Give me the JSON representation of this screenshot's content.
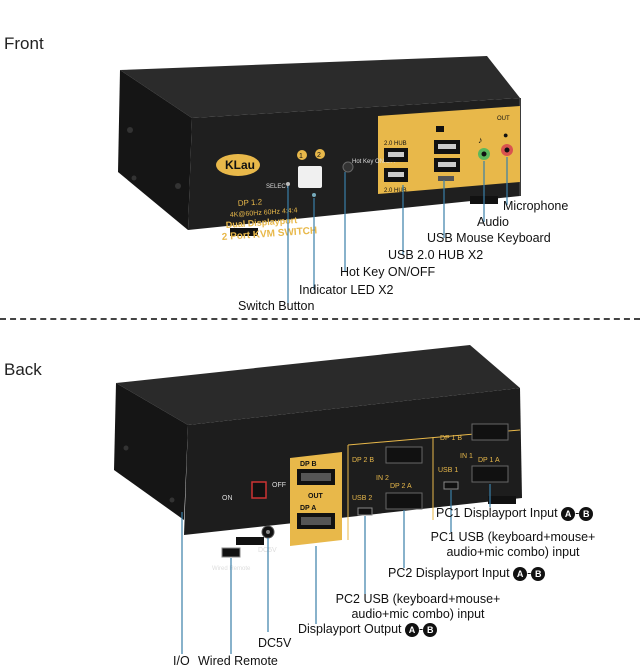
{
  "front": {
    "title": "Front",
    "brand": "KLau",
    "port_labels": [
      "1",
      "2"
    ],
    "select_label": "SELECT",
    "hotkey_label": "Hot Key ON/OFF",
    "hub_labels": [
      "2.0 HUB",
      "2.0 HUB"
    ],
    "out_label": "OUT",
    "product_text_1": "DP 1.2",
    "product_text_2": "4K@60Hz 60Hz 4:4:4",
    "product_text_3": "Dual Displayport",
    "product_text_4": "2 Port KVM SWITCH",
    "callouts": {
      "microphone": "Microphone",
      "audio": "Audio",
      "usb_mouse_keyboard": "USB Mouse Keyboard",
      "usb_hub": "USB 2.0 HUB X2",
      "hotkey": "Hot Key ON/OFF",
      "indicator": "Indicator LED X2",
      "switch": "Switch Button"
    }
  },
  "back": {
    "title": "Back",
    "on_label": "ON",
    "off_label": "OFF",
    "dc_label": "DC5V",
    "wired_remote_label": "Wired Remote",
    "dp_b_label": "DP B",
    "dp_a_label": "DP A",
    "out_label": "OUT",
    "in2_label": "IN 2",
    "in1_label": "IN 1",
    "usb2_label": "USB 2",
    "usb1_label": "USB 1",
    "dp2b_label": "DP 2 B",
    "dp2a_label": "DP 2 A",
    "dp1b_label": "DP 1 B",
    "dp1a_label": "DP 1 A",
    "callouts": {
      "pc1_dp": "PC1 Displayport Input",
      "pc1_usb_1": "PC1 USB (keyboard+mouse+",
      "pc1_usb_2": "audio+mic combo) input",
      "pc2_dp": "PC2 Displayport Input",
      "pc2_usb_1": "PC2 USB (keyboard+mouse+",
      "pc2_usb_2": "audio+mic combo) input",
      "dp_output": "Displayport Output",
      "dc5v": "DC5V",
      "io": "I/O",
      "wired_remote": "Wired Remote",
      "letter_a": "A",
      "letter_b": "B"
    }
  },
  "colors": {
    "body_dark": "#1c1c1c",
    "body_top": "#2a2a2a",
    "gold_panel": "#e8b84a",
    "callout_line": "#3a7fa8"
  }
}
